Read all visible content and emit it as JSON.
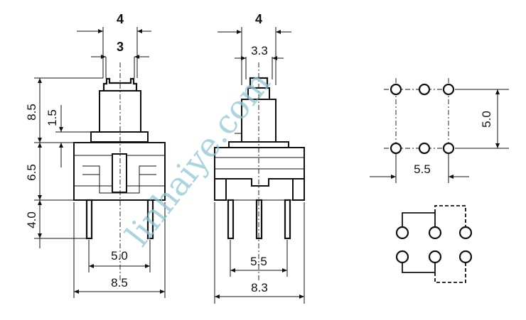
{
  "front_view": {
    "top_width_outer": "4",
    "top_width_inner": "3",
    "height_total_upper": "8.5",
    "height_travel": "1.5",
    "height_body": "6.5",
    "height_pins": "4.0",
    "pin_spacing": "5.0",
    "body_width": "8.5"
  },
  "side_view": {
    "top_width_outer": "4",
    "top_width_inner": "3.3",
    "pin_spacing": "5.5",
    "body_width": "8.3"
  },
  "pcb_layout": {
    "row_spacing": "5.0",
    "col_spacing": "5.5"
  },
  "watermark": "linhaiye.com"
}
